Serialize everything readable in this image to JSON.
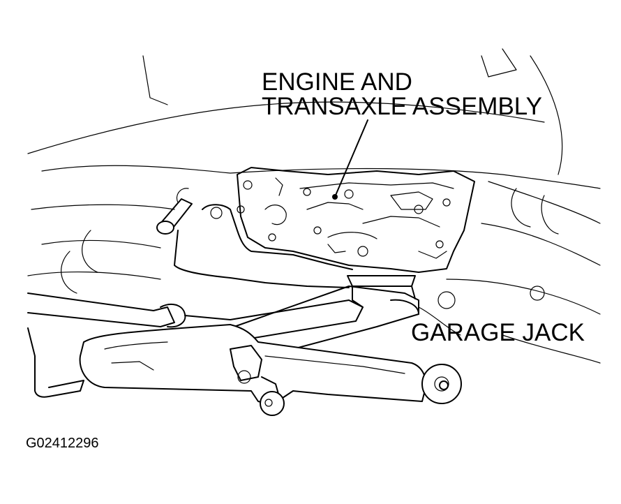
{
  "labels": {
    "engine_line1": "ENGINE AND",
    "engine_line2": "TRANSAXLE ASSEMBLY",
    "garage_jack": "GARAGE JACK"
  },
  "figure_id": "G02412296"
}
